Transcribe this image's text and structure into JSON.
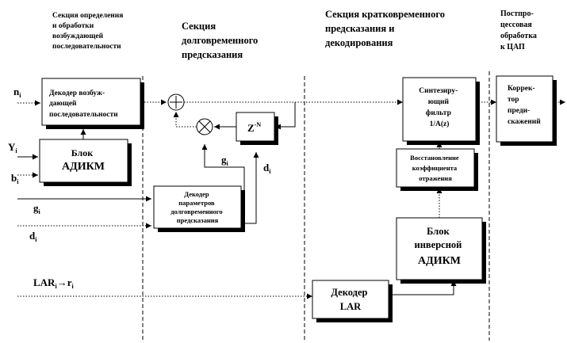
{
  "sections": {
    "excitation": [
      "Секция определения",
      "и обработки",
      "возбуждающей",
      "последовательности"
    ],
    "long_term": [
      "Секция",
      "долговременного",
      "предсказания"
    ],
    "short_term": [
      "Секция кратковременного",
      "предсказания и",
      "декодирования"
    ],
    "postprocess": [
      "Постпро-",
      "цессовая",
      "обработка",
      "к ЦАП"
    ]
  },
  "inputs": {
    "n": {
      "base": "n",
      "sub": "i"
    },
    "y": {
      "base": "Y",
      "sub": "i"
    },
    "b": {
      "base": "b",
      "sub": "i"
    },
    "g": {
      "base": "g",
      "sub": "i"
    },
    "d": {
      "base": "d",
      "sub": "i"
    },
    "lar": {
      "base1": "LAR",
      "sub1": "i",
      "arrow": "→",
      "base2": "r",
      "sub2": "i"
    }
  },
  "blocks": {
    "excitation_decoder": [
      "Декодер возбуж-",
      "дающей",
      "последовательности"
    ],
    "adpcm": [
      "Блок",
      "АДИКМ"
    ],
    "delay": {
      "base": "Z",
      "sup": "-N"
    },
    "ltp_decoder": [
      "Декодер",
      "параметров",
      "долговременного",
      "предсказания"
    ],
    "synth_filter": [
      "Синтезиру-",
      "ющий",
      "фильтр",
      "1/A(z)"
    ],
    "reflection": [
      "Восстановление",
      "коэффициента",
      "отражения"
    ],
    "inverse_adpcm": [
      "Блок",
      "инверсной",
      "АДИКМ"
    ],
    "lar_decoder": [
      "Декодер",
      "LAR"
    ],
    "corrector": [
      "Коррек-",
      "тор",
      "преди-",
      "скажений"
    ]
  },
  "signals": {
    "g": {
      "base": "g",
      "sub": "i"
    },
    "d": {
      "base": "d",
      "sub": "i"
    }
  }
}
